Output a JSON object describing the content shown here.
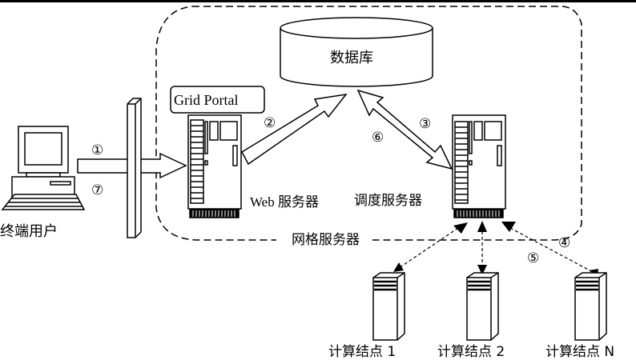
{
  "diagram": {
    "title": "Grid Portal system architecture",
    "boundary_label": "网格服务器",
    "nodes": {
      "end_user": {
        "label": "终端用户",
        "icon": "desktop-computer-icon"
      },
      "firewall": {
        "label": "",
        "icon": "firewall-wall-icon"
      },
      "web_server": {
        "label": "Web 服务器",
        "badge": "Grid Portal",
        "icon": "tower-server-icon"
      },
      "database": {
        "label": "数据库",
        "icon": "database-cylinder-icon"
      },
      "scheduler": {
        "label": "调度服务器",
        "icon": "tower-server-icon"
      },
      "compute_nodes": [
        {
          "label": "计算结点 1",
          "icon": "compute-node-icon"
        },
        {
          "label": "计算结点 2",
          "icon": "compute-node-icon"
        },
        {
          "label": "计算结点 N",
          "icon": "compute-node-icon"
        }
      ]
    },
    "steps": {
      "s1": "①",
      "s2": "②",
      "s3": "③",
      "s4": "④",
      "s5": "⑤",
      "s6": "⑥",
      "s7": "⑦"
    },
    "edges": [
      {
        "from": "end_user",
        "to": "web_server",
        "steps": [
          "①",
          "⑦"
        ],
        "style": "block-arrow"
      },
      {
        "from": "web_server",
        "to": "database",
        "steps": [
          "②"
        ],
        "style": "block-arrow"
      },
      {
        "from": "scheduler",
        "to": "database",
        "steps": [
          "③",
          "⑥"
        ],
        "style": "double-block-arrow"
      },
      {
        "from": "scheduler",
        "to": "compute_nodes",
        "steps": [
          "④",
          "⑤"
        ],
        "style": "dashed-bidirectional"
      }
    ]
  }
}
